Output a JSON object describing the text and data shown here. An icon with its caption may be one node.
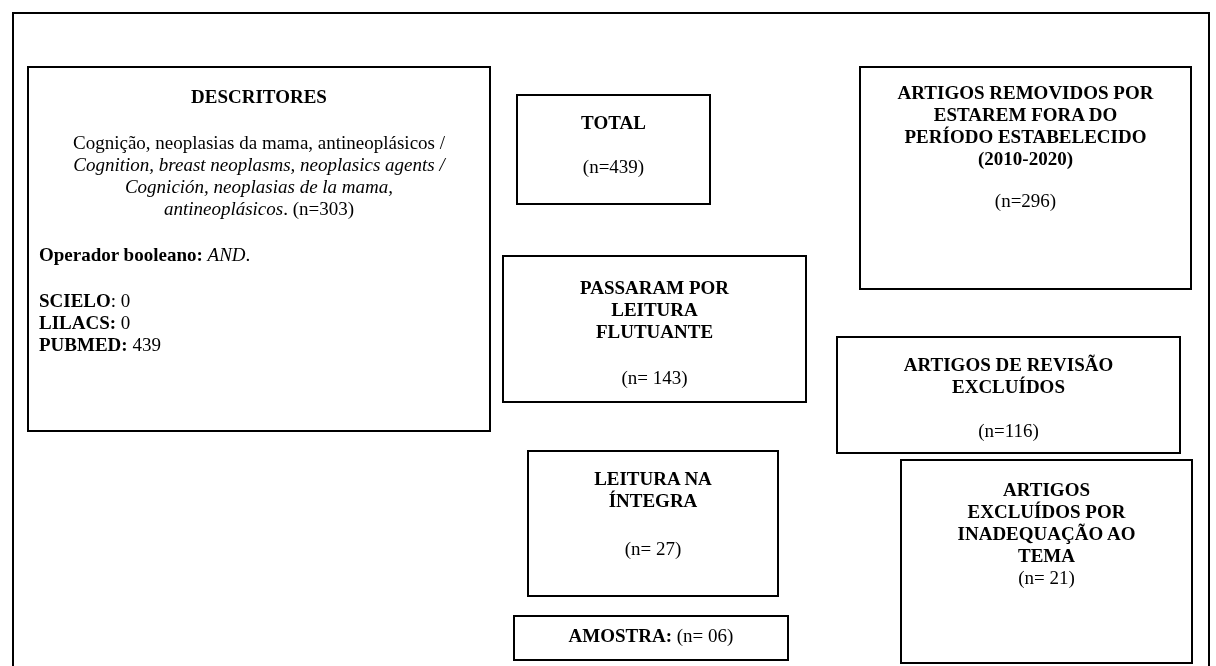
{
  "diagram": {
    "nodes": [
      {
        "text": [
          "DESCRITORES",
          "Cognição, neoplasias da mama, antineoplásicos / *Cognition, breast neoplasms, neoplasics agents / Cognición, neoplasias de la mama, antineoplásicos*. (n=303)",
          "**Operador booleano:** *AND*.",
          "**SCIELO**: 0",
          "**LILACS:** 0",
          "**PUBMED:** 439"
        ]
      },
      {
        "text": [
          "TOTAL",
          "(n=439)"
        ]
      },
      {
        "text": [
          "PASSARAM POR LEITURA FLUTUANTE",
          "(n= 143)"
        ]
      },
      {
        "text": [
          "LEITURA NA ÍNTEGRA",
          "(n= 27)"
        ]
      },
      {
        "text": [
          "**AMOSTRA:** (n= 06)"
        ]
      },
      {
        "text": [
          "ARTIGOS REMOVIDOS POR ESTAREM FORA DO PERÍODO ESTABELECIDO (2010-2020)",
          "(n=296)"
        ]
      },
      {
        "text": [
          "ARTIGOS DE REVISÃO EXCLUÍDOS",
          "(n=116)"
        ]
      },
      {
        "text": [
          "ARTIGOS EXCLUÍDOS POR INADEQUAÇÃO AO TEMA",
          "(n= 21)"
        ]
      }
    ]
  }
}
